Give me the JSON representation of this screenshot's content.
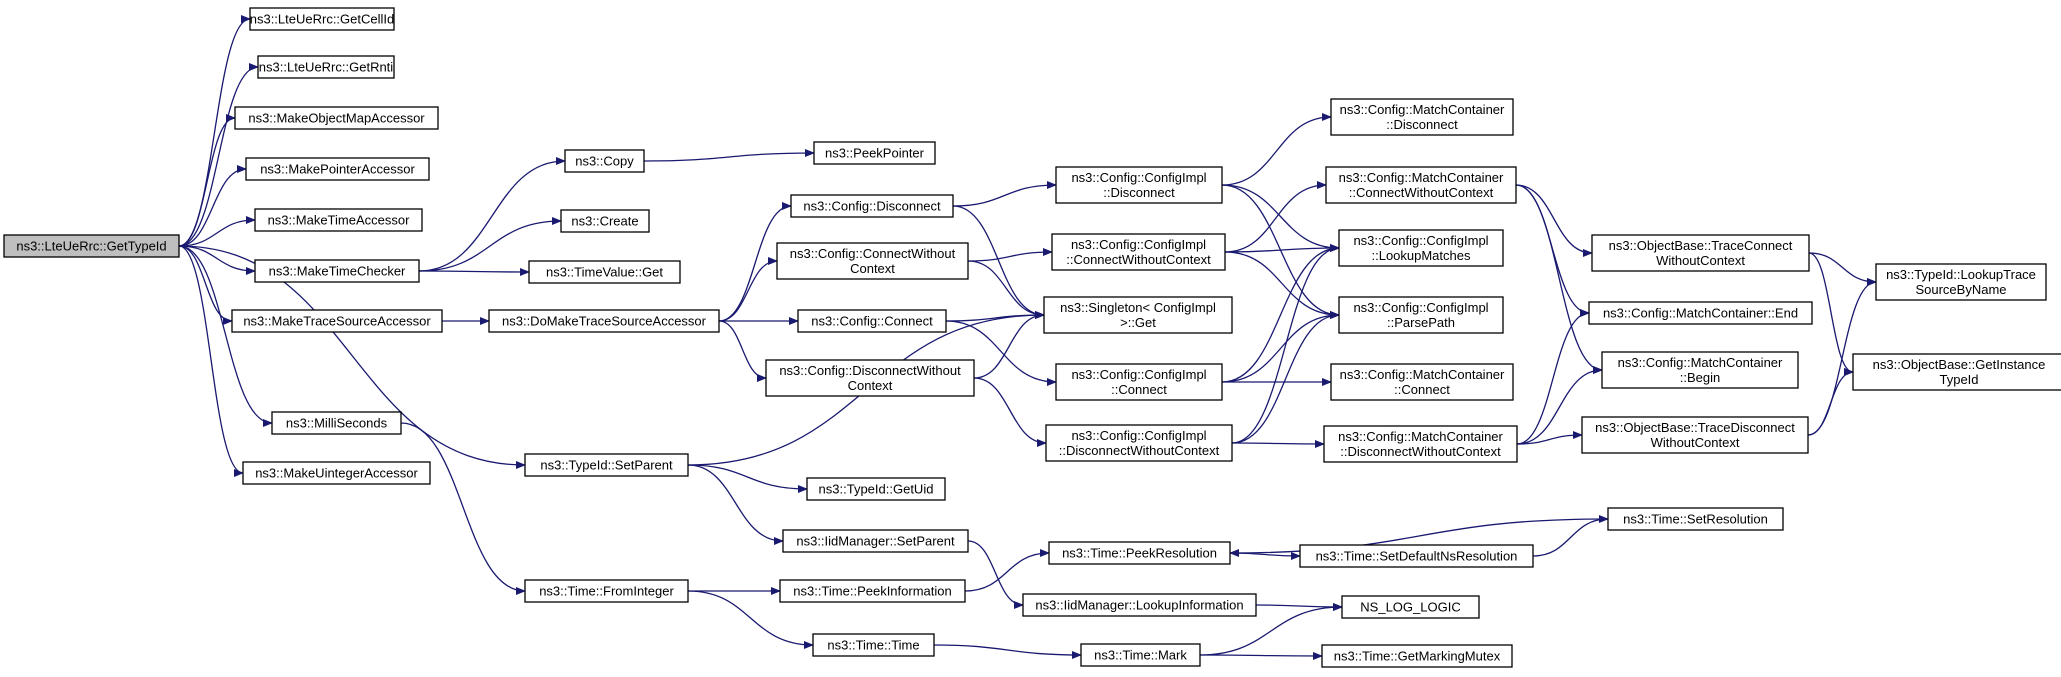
{
  "colors": {
    "edge": "#191970",
    "root_fill": "#bfbfbf",
    "node_fill": "#ffffff",
    "node_border": "#000000"
  },
  "graph": {
    "nodes": [
      {
        "id": "GetTypeId",
        "label": [
          "ns3::LteUeRrc::GetTypeId"
        ]
      },
      {
        "id": "GetCellId",
        "label": [
          "ns3::LteUeRrc::GetCellId"
        ]
      },
      {
        "id": "GetRnti",
        "label": [
          "ns3::LteUeRrc::GetRnti"
        ]
      },
      {
        "id": "MakeObjectMapAccessor",
        "label": [
          "ns3::MakeObjectMapAccessor"
        ]
      },
      {
        "id": "MakePointerAccessor",
        "label": [
          "ns3::MakePointerAccessor"
        ]
      },
      {
        "id": "MakeTimeAccessor",
        "label": [
          "ns3::MakeTimeAccessor"
        ]
      },
      {
        "id": "MakeTimeChecker",
        "label": [
          "ns3::MakeTimeChecker"
        ]
      },
      {
        "id": "MakeTraceSourceAccessor",
        "label": [
          "ns3::MakeTraceSourceAccessor"
        ]
      },
      {
        "id": "MilliSeconds",
        "label": [
          "ns3::MilliSeconds"
        ]
      },
      {
        "id": "MakeUintegerAccessor",
        "label": [
          "ns3::MakeUintegerAccessor"
        ]
      },
      {
        "id": "TypeIdSetParent",
        "label": [
          "ns3::TypeId::SetParent"
        ]
      },
      {
        "id": "TimeFromInteger",
        "label": [
          "ns3::Time::FromInteger"
        ]
      },
      {
        "id": "Copy",
        "label": [
          "ns3::Copy"
        ]
      },
      {
        "id": "Create",
        "label": [
          "ns3::Create"
        ]
      },
      {
        "id": "TimeValueGet",
        "label": [
          "ns3::TimeValue::Get"
        ]
      },
      {
        "id": "DoMakeTraceSourceAccessor",
        "label": [
          "ns3::DoMakeTraceSourceAccessor"
        ]
      },
      {
        "id": "PeekPointer",
        "label": [
          "ns3::PeekPointer"
        ]
      },
      {
        "id": "ConfigDisconnect",
        "label": [
          "ns3::Config::Disconnect"
        ]
      },
      {
        "id": "ConfigConnectWithoutContext",
        "label": [
          "ns3::Config::ConnectWithout",
          "Context"
        ]
      },
      {
        "id": "ConfigConnect",
        "label": [
          "ns3::Config::Connect"
        ]
      },
      {
        "id": "ConfigDisconnectWithoutContext",
        "label": [
          "ns3::Config::DisconnectWithout",
          "Context"
        ]
      },
      {
        "id": "TypeIdGetUid",
        "label": [
          "ns3::TypeId::GetUid"
        ]
      },
      {
        "id": "IidManagerSetParent",
        "label": [
          "ns3::IidManager::SetParent"
        ]
      },
      {
        "id": "TimePeekInformation",
        "label": [
          "ns3::Time::PeekInformation"
        ]
      },
      {
        "id": "TimeTime",
        "label": [
          "ns3::Time::Time"
        ]
      },
      {
        "id": "ImplDisconnect",
        "label": [
          "ns3::Config::ConfigImpl",
          "::Disconnect"
        ]
      },
      {
        "id": "ImplConnectWithoutContext",
        "label": [
          "ns3::Config::ConfigImpl",
          "::ConnectWithoutContext"
        ]
      },
      {
        "id": "SingletonGet",
        "label": [
          "ns3::Singleton< ConfigImpl",
          ">::Get"
        ]
      },
      {
        "id": "ImplConnect",
        "label": [
          "ns3::Config::ConfigImpl",
          "::Connect"
        ]
      },
      {
        "id": "ImplDisconnectWithoutContext",
        "label": [
          "ns3::Config::ConfigImpl",
          "::DisconnectWithoutContext"
        ]
      },
      {
        "id": "TimePeekResolution",
        "label": [
          "ns3::Time::PeekResolution"
        ]
      },
      {
        "id": "IidManagerLookupInformation",
        "label": [
          "ns3::IidManager::LookupInformation"
        ]
      },
      {
        "id": "TimeMark",
        "label": [
          "ns3::Time::Mark"
        ]
      },
      {
        "id": "MCDisconnect",
        "label": [
          "ns3::Config::MatchContainer",
          "::Disconnect"
        ]
      },
      {
        "id": "MCConnectWithoutContext",
        "label": [
          "ns3::Config::MatchContainer",
          "::ConnectWithoutContext"
        ]
      },
      {
        "id": "ImplLookupMatches",
        "label": [
          "ns3::Config::ConfigImpl",
          "::LookupMatches"
        ]
      },
      {
        "id": "ImplParsePath",
        "label": [
          "ns3::Config::ConfigImpl",
          "::ParsePath"
        ]
      },
      {
        "id": "MCConnect",
        "label": [
          "ns3::Config::MatchContainer",
          "::Connect"
        ]
      },
      {
        "id": "MCDisconnectWithoutContext",
        "label": [
          "ns3::Config::MatchContainer",
          "::DisconnectWithoutContext"
        ]
      },
      {
        "id": "TimeSetDefaultNsResolution",
        "label": [
          "ns3::Time::SetDefaultNsResolution"
        ]
      },
      {
        "id": "NSLogLogic",
        "label": [
          "NS_LOG_LOGIC"
        ]
      },
      {
        "id": "TimeGetMarkingMutex",
        "label": [
          "ns3::Time::GetMarkingMutex"
        ]
      },
      {
        "id": "TimeSetResolution",
        "label": [
          "ns3::Time::SetResolution"
        ]
      },
      {
        "id": "OBTraceConnectWithoutContext",
        "label": [
          "ns3::ObjectBase::TraceConnect",
          "WithoutContext"
        ]
      },
      {
        "id": "MCEnd",
        "label": [
          "ns3::Config::MatchContainer::End"
        ]
      },
      {
        "id": "MCBegin",
        "label": [
          "ns3::Config::MatchContainer",
          "::Begin"
        ]
      },
      {
        "id": "OBTraceDisconnectWithoutContext",
        "label": [
          "ns3::ObjectBase::TraceDisconnect",
          "WithoutContext"
        ]
      },
      {
        "id": "TypeIdLookupTraceSourceByName",
        "label": [
          "ns3::TypeId::LookupTrace",
          "SourceByName"
        ]
      },
      {
        "id": "OBGetInstanceTypeId",
        "label": [
          "ns3::ObjectBase::GetInstance",
          "TypeId"
        ]
      }
    ],
    "edges": [
      [
        "GetTypeId",
        "GetCellId"
      ],
      [
        "GetTypeId",
        "GetRnti"
      ],
      [
        "GetTypeId",
        "MakeObjectMapAccessor"
      ],
      [
        "GetTypeId",
        "MakePointerAccessor"
      ],
      [
        "GetTypeId",
        "MakeTimeAccessor"
      ],
      [
        "GetTypeId",
        "MakeTimeChecker"
      ],
      [
        "GetTypeId",
        "MakeTraceSourceAccessor"
      ],
      [
        "GetTypeId",
        "MilliSeconds"
      ],
      [
        "GetTypeId",
        "MakeUintegerAccessor"
      ],
      [
        "GetTypeId",
        "TypeIdSetParent"
      ],
      [
        "MakeTimeChecker",
        "Copy"
      ],
      [
        "MakeTimeChecker",
        "Create"
      ],
      [
        "MakeTimeChecker",
        "TimeValueGet"
      ],
      [
        "Copy",
        "PeekPointer"
      ],
      [
        "MakeTraceSourceAccessor",
        "DoMakeTraceSourceAccessor"
      ],
      [
        "DoMakeTraceSourceAccessor",
        "ConfigDisconnect"
      ],
      [
        "DoMakeTraceSourceAccessor",
        "ConfigConnectWithoutContext"
      ],
      [
        "DoMakeTraceSourceAccessor",
        "ConfigConnect"
      ],
      [
        "DoMakeTraceSourceAccessor",
        "ConfigDisconnectWithoutContext"
      ],
      [
        "MilliSeconds",
        "TimeFromInteger"
      ],
      [
        "TimeFromInteger",
        "TimePeekInformation"
      ],
      [
        "TimeFromInteger",
        "TimeTime"
      ],
      [
        "TypeIdSetParent",
        "SingletonGet"
      ],
      [
        "TypeIdSetParent",
        "TypeIdGetUid"
      ],
      [
        "TypeIdSetParent",
        "IidManagerSetParent"
      ],
      [
        "IidManagerSetParent",
        "IidManagerLookupInformation"
      ],
      [
        "ConfigDisconnect",
        "ImplDisconnect"
      ],
      [
        "ConfigDisconnect",
        "SingletonGet"
      ],
      [
        "ConfigConnectWithoutContext",
        "ImplConnectWithoutContext"
      ],
      [
        "ConfigConnectWithoutContext",
        "SingletonGet"
      ],
      [
        "ConfigConnect",
        "SingletonGet"
      ],
      [
        "ConfigConnect",
        "ImplConnect"
      ],
      [
        "ConfigDisconnectWithoutContext",
        "SingletonGet"
      ],
      [
        "ConfigDisconnectWithoutContext",
        "ImplDisconnectWithoutContext"
      ],
      [
        "TimePeekInformation",
        "TimePeekResolution"
      ],
      [
        "TimeTime",
        "TimeMark"
      ],
      [
        "ImplDisconnect",
        "MCDisconnect"
      ],
      [
        "ImplDisconnect",
        "ImplLookupMatches"
      ],
      [
        "ImplDisconnect",
        "ImplParsePath"
      ],
      [
        "ImplConnectWithoutContext",
        "MCConnectWithoutContext"
      ],
      [
        "ImplConnectWithoutContext",
        "ImplLookupMatches"
      ],
      [
        "ImplConnectWithoutContext",
        "ImplParsePath"
      ],
      [
        "ImplConnect",
        "ImplLookupMatches"
      ],
      [
        "ImplConnect",
        "ImplParsePath"
      ],
      [
        "ImplConnect",
        "MCConnect"
      ],
      [
        "ImplDisconnectWithoutContext",
        "ImplLookupMatches"
      ],
      [
        "ImplDisconnectWithoutContext",
        "ImplParsePath"
      ],
      [
        "ImplDisconnectWithoutContext",
        "MCDisconnectWithoutContext"
      ],
      [
        "TimePeekResolution",
        "TimeSetDefaultNsResolution"
      ],
      [
        "TimeSetDefaultNsResolution",
        "TimeSetResolution"
      ],
      [
        "TimeSetResolution",
        "TimePeekResolution"
      ],
      [
        "IidManagerLookupInformation",
        "NSLogLogic"
      ],
      [
        "TimeMark",
        "NSLogLogic"
      ],
      [
        "TimeMark",
        "TimeGetMarkingMutex"
      ],
      [
        "MCConnectWithoutContext",
        "OBTraceConnectWithoutContext"
      ],
      [
        "MCConnectWithoutContext",
        "MCEnd"
      ],
      [
        "MCConnectWithoutContext",
        "MCBegin"
      ],
      [
        "MCDisconnectWithoutContext",
        "MCEnd"
      ],
      [
        "MCDisconnectWithoutContext",
        "MCBegin"
      ],
      [
        "MCDisconnectWithoutContext",
        "OBTraceDisconnectWithoutContext"
      ],
      [
        "OBTraceConnectWithoutContext",
        "TypeIdLookupTraceSourceByName"
      ],
      [
        "OBTraceConnectWithoutContext",
        "OBGetInstanceTypeId"
      ],
      [
        "OBTraceDisconnectWithoutContext",
        "TypeIdLookupTraceSourceByName"
      ],
      [
        "OBTraceDisconnectWithoutContext",
        "OBGetInstanceTypeId"
      ]
    ]
  }
}
